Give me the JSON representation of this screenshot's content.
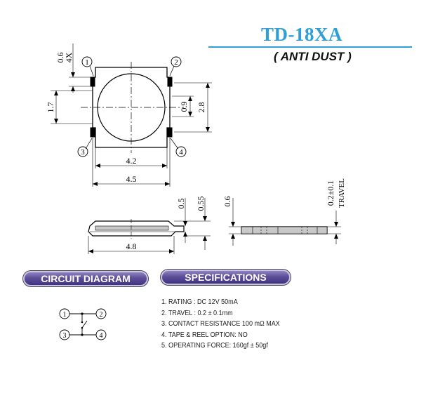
{
  "title": "TD-18XA",
  "subtitle": "( ANTI DUST )",
  "dimensions": {
    "top_pin_dim": "0.6",
    "top_pin_count": "4X",
    "left_height": "1.7",
    "inner_height": "0.9",
    "outer_height": "2.8",
    "inner_width": "4.2",
    "outer_width": "4.5",
    "side_width": "4.8",
    "height_a": "0.5",
    "height_b": "0.55",
    "height_c": "0.6",
    "travel_dim": "0.2±0.1",
    "travel_label": "TRAVEL"
  },
  "pins": {
    "p1": "1",
    "p2": "2",
    "p3": "3",
    "p4": "4"
  },
  "section_headers": {
    "circuit": "CIRCUIT DIAGRAM",
    "specs": "SPECIFICATIONS"
  },
  "specifications": [
    "1. RATING : DC 12V 50mA",
    "2. TRAVEL : 0.2 ± 0.1mm",
    "3. CONTACT RESISTANCE 100 mΩ MAX",
    "4. TAPE & REEL OPTION: NO",
    "5. OPERATING FORCE: 160gf ± 50gf"
  ]
}
